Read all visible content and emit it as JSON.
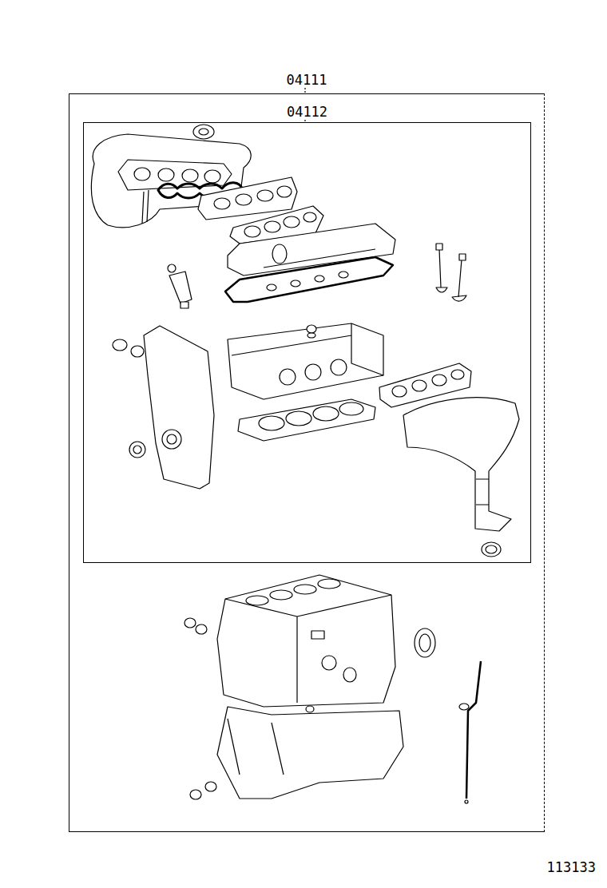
{
  "diagram": {
    "nodes": [
      {
        "text": [
          "04111"
        ]
      },
      {
        "text": [
          "04112"
        ],
        "in": 0
      }
    ],
    "labels": [
      "113133"
    ]
  }
}
